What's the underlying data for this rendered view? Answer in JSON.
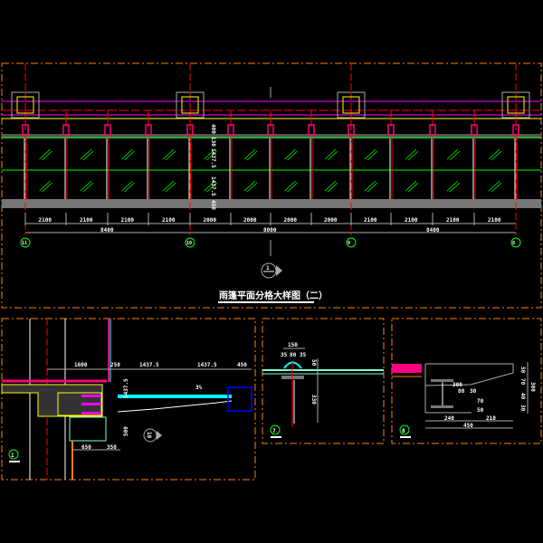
{
  "plan": {
    "title": "雨篷平面分格大样图（二）",
    "section_marker": "1",
    "bay_dims": [
      "2100",
      "2100",
      "2100",
      "2100",
      "2000",
      "2000",
      "2000",
      "2000",
      "2100",
      "2100",
      "2100",
      "2100"
    ],
    "total_dims": [
      "8400",
      "8000",
      "8400"
    ],
    "grid_axes": [
      "11",
      "10",
      "9",
      "8"
    ],
    "vertical_dims": [
      "400",
      "130",
      "1437.5",
      "1437.5",
      "450"
    ]
  },
  "detail1": {
    "label": "1",
    "top_dims": [
      "1600",
      "250",
      "1437.5",
      "1437.5",
      "450"
    ],
    "slope": "3%",
    "side_dims": [
      "1437.5",
      "500"
    ],
    "bottom_dims": [
      "650",
      "350"
    ],
    "section_marker": "10"
  },
  "detail7": {
    "label": "7",
    "top_dim": "150",
    "sub_dims": [
      "35",
      "80",
      "35"
    ],
    "side_dims": [
      "50",
      "330"
    ]
  },
  "detail8": {
    "label": "8",
    "dims_inner": [
      "300",
      "80",
      "30",
      "70",
      "50"
    ],
    "right_dims": [
      "50",
      "70",
      "40",
      "30",
      "300"
    ],
    "bottom_dims": [
      "240",
      "210",
      "450"
    ]
  },
  "colors": {
    "frame": "#ff8000",
    "axis": "#ff0000",
    "glass": "#00ff00",
    "magenta": "#ff00ff",
    "pink": "#ff0080",
    "cyan": "#00ffff",
    "yellow": "#ffff00"
  }
}
